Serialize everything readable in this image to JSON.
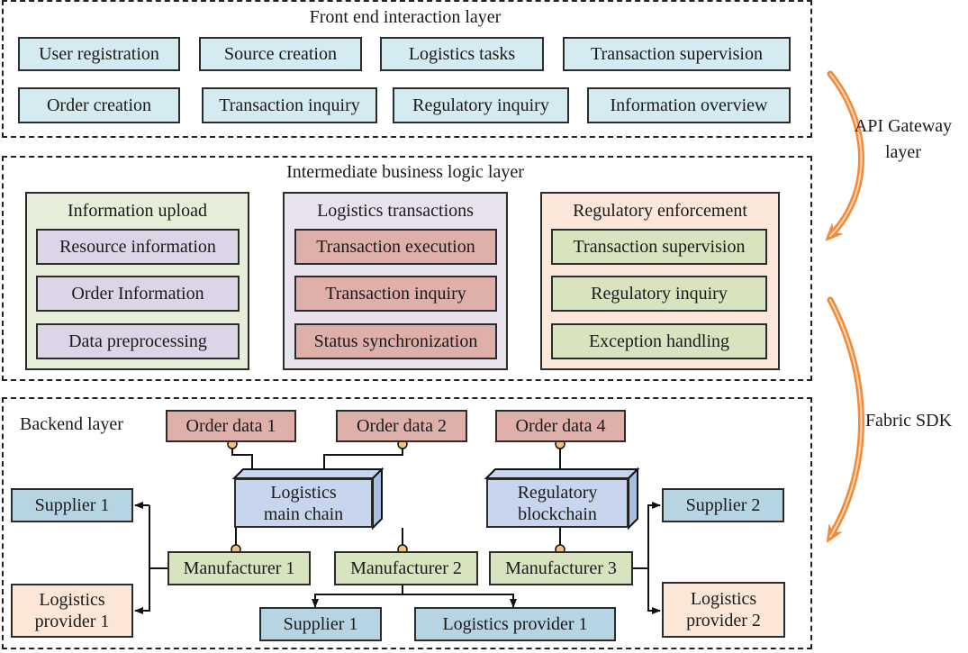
{
  "frontend": {
    "title": "Front end interaction layer",
    "items": [
      "User registration",
      "Source creation",
      "Logistics tasks",
      "Transaction supervision",
      "Order creation",
      "Transaction inquiry",
      "Regulatory inquiry",
      "Information overview"
    ]
  },
  "business": {
    "title": "Intermediate business logic layer",
    "groups": [
      {
        "title": "Information upload",
        "items": [
          "Resource information",
          "Order Information",
          "Data preprocessing"
        ]
      },
      {
        "title": "Logistics transactions",
        "items": [
          "Transaction execution",
          "Transaction inquiry",
          "Status synchronization"
        ]
      },
      {
        "title": "Regulatory enforcement",
        "items": [
          "Transaction supervision",
          "Regulatory inquiry",
          "Exception handling"
        ]
      }
    ]
  },
  "backend": {
    "title": "Backend layer",
    "order_data": [
      "Order data 1",
      "Order data 2",
      "Order data 4"
    ],
    "main_chain": "Logistics main chain",
    "reg_chain": "Regulatory blockchain",
    "manufacturers": [
      "Manufacturer 1",
      "Manufacturer 2",
      "Manufacturer 3"
    ],
    "supplier_left": "Supplier 1",
    "provider_left": "Logistics provider 1",
    "supplier_right": "Supplier 2",
    "provider_right": "Logistics provider 2",
    "supplier_bottom": "Supplier 1",
    "provider_bottom": "Logistics provider 1"
  },
  "side": {
    "api_gateway": "API Gateway layer",
    "fabric_sdk": "Fabric SDK"
  },
  "colors": {
    "frontend_box": "#d3ebf1",
    "arrow": "#f08a3c",
    "connector_dot": "#f4c07a"
  }
}
